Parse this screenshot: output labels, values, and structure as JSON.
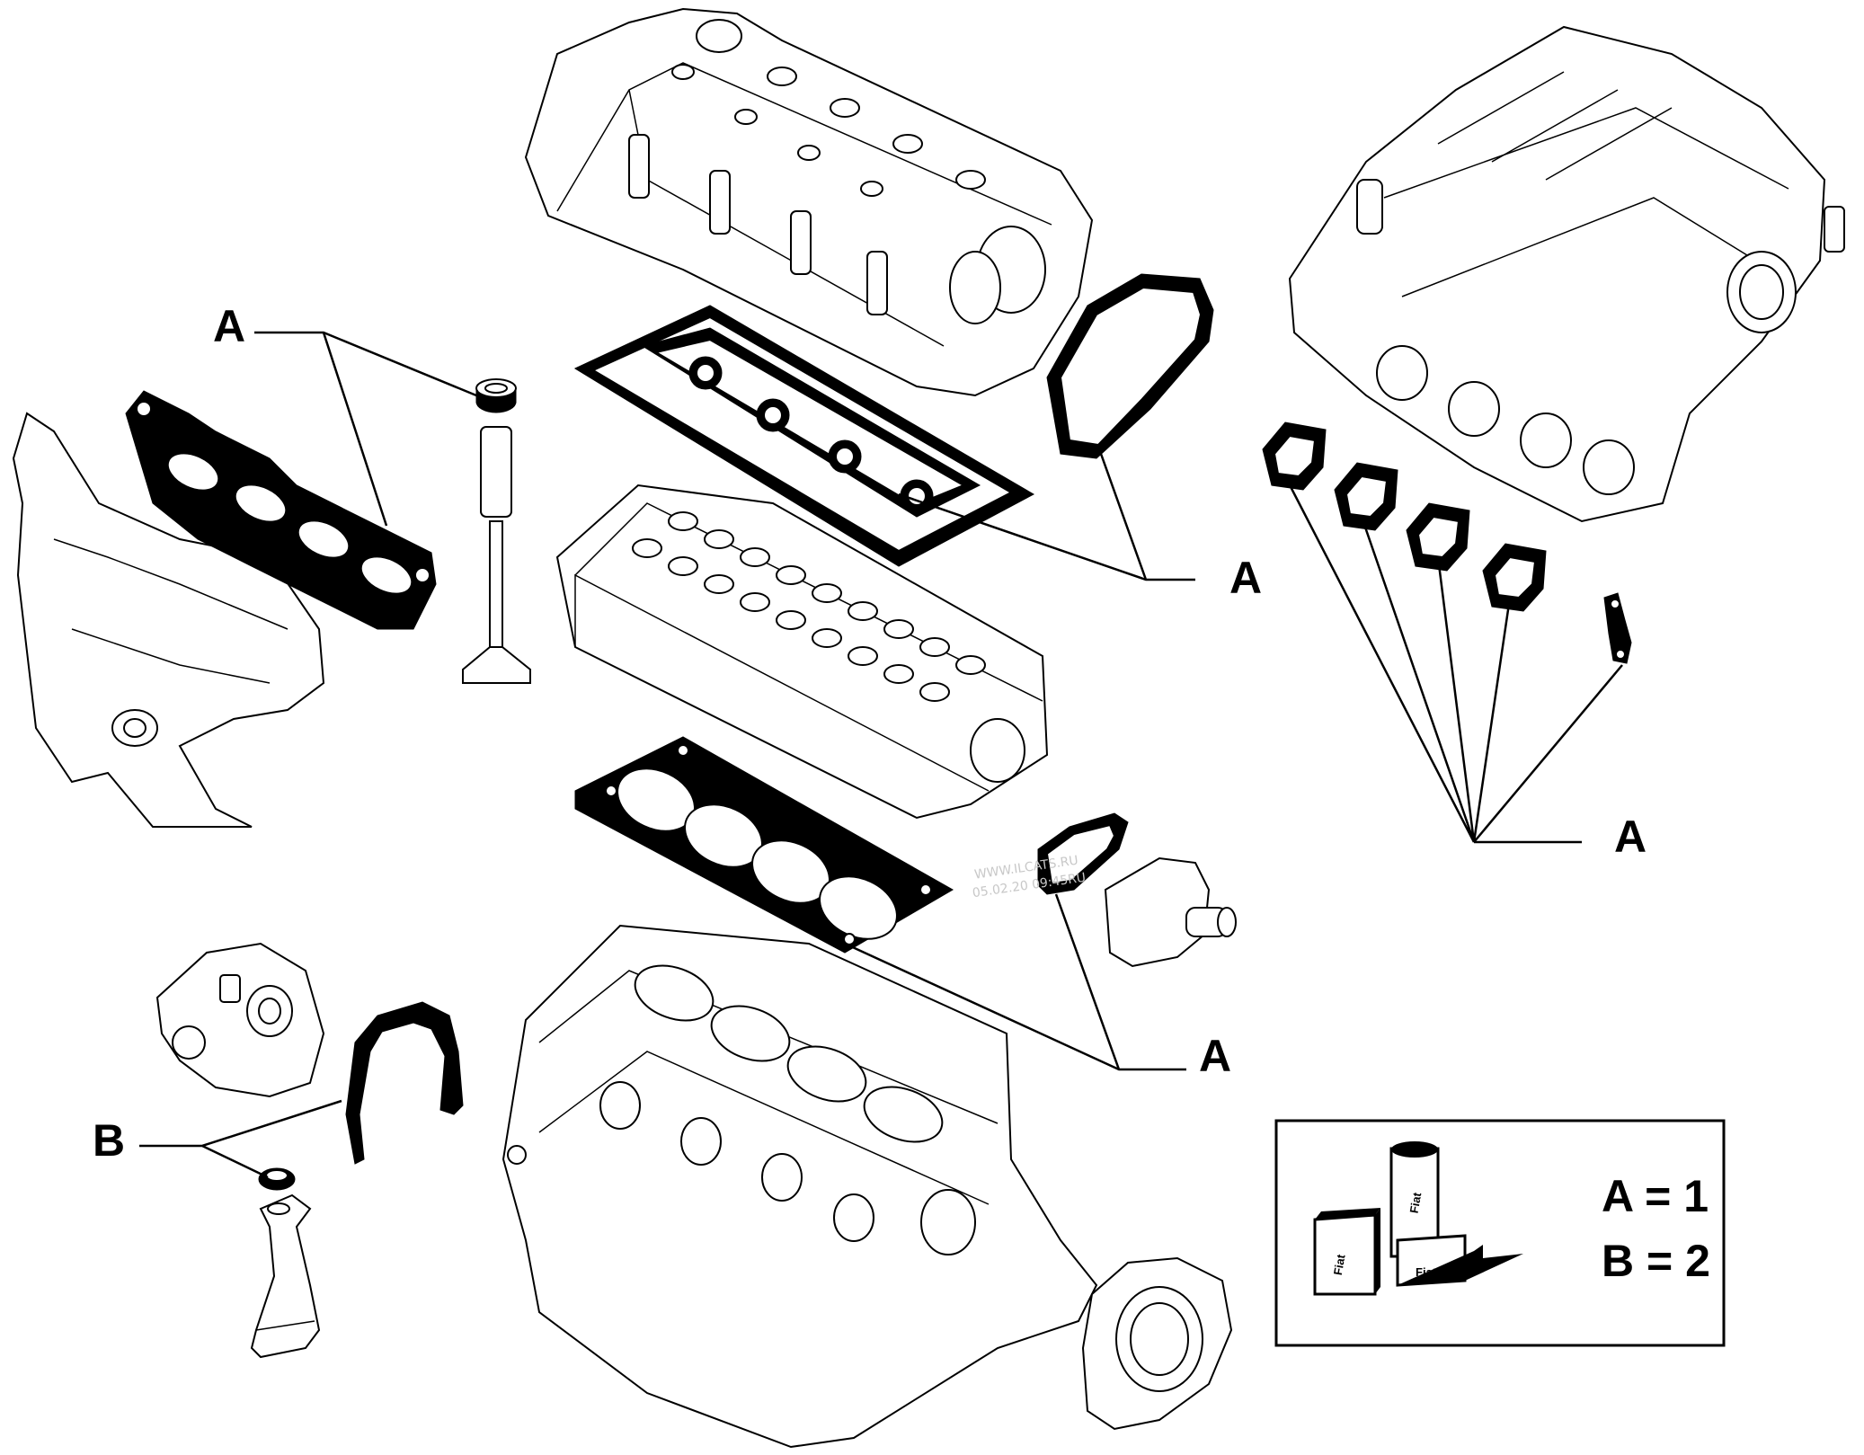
{
  "callouts": {
    "a_manifold": "A",
    "a_cover": "A",
    "a_intake": "A",
    "a_head": "A",
    "b_lower": "B"
  },
  "legend": {
    "line_a": "A = 1",
    "line_b": "B = 2",
    "pkg_label_1": "Fiat",
    "pkg_label_2": "Fiat",
    "pkg_label_3": "Fiat"
  },
  "watermark": {
    "line1": "WWW.ILCATS.RU",
    "line2": "05.02.20 09:45RU"
  }
}
